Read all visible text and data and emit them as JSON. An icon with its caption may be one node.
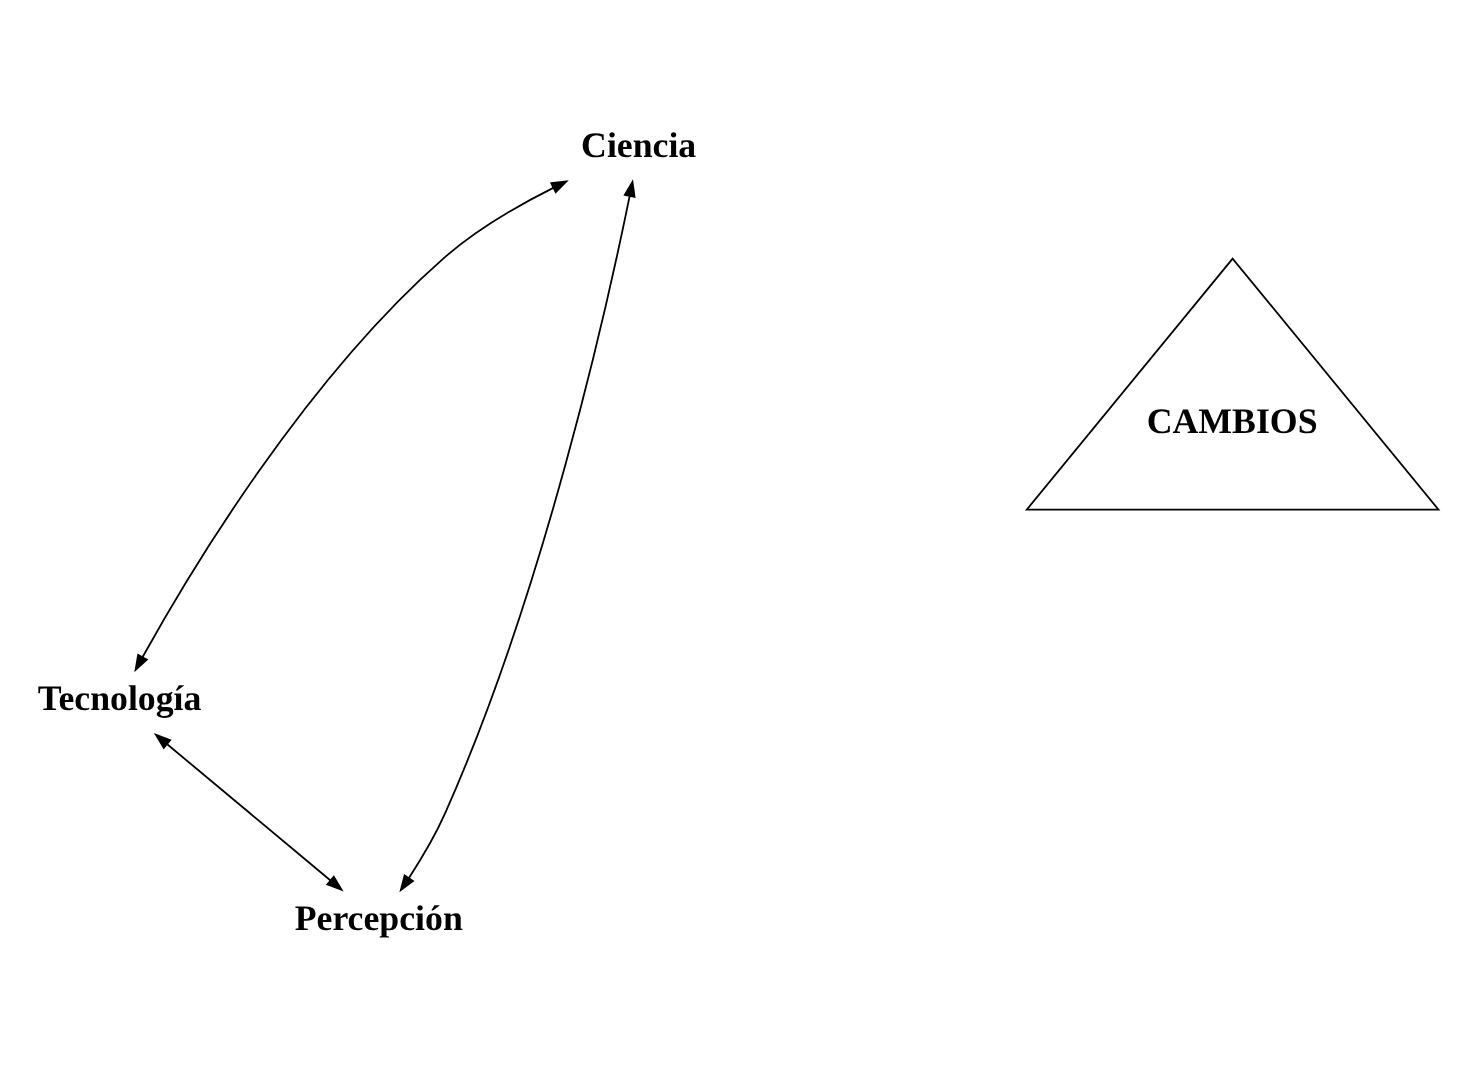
{
  "diagram": {
    "nodes": [
      {
        "text": [
          "Ciencia"
        ]
      },
      {
        "text": [
          "Tecnología"
        ]
      },
      {
        "text": [
          "Percepción"
        ]
      },
      {
        "text": [
          "CAMBIOS"
        ]
      }
    ],
    "edges": [
      {
        "from": 0,
        "to": 1,
        "arrow": "both"
      },
      {
        "from": 0,
        "to": 2,
        "arrow": "both"
      },
      {
        "from": 1,
        "to": 2,
        "arrow": "both"
      }
    ]
  }
}
